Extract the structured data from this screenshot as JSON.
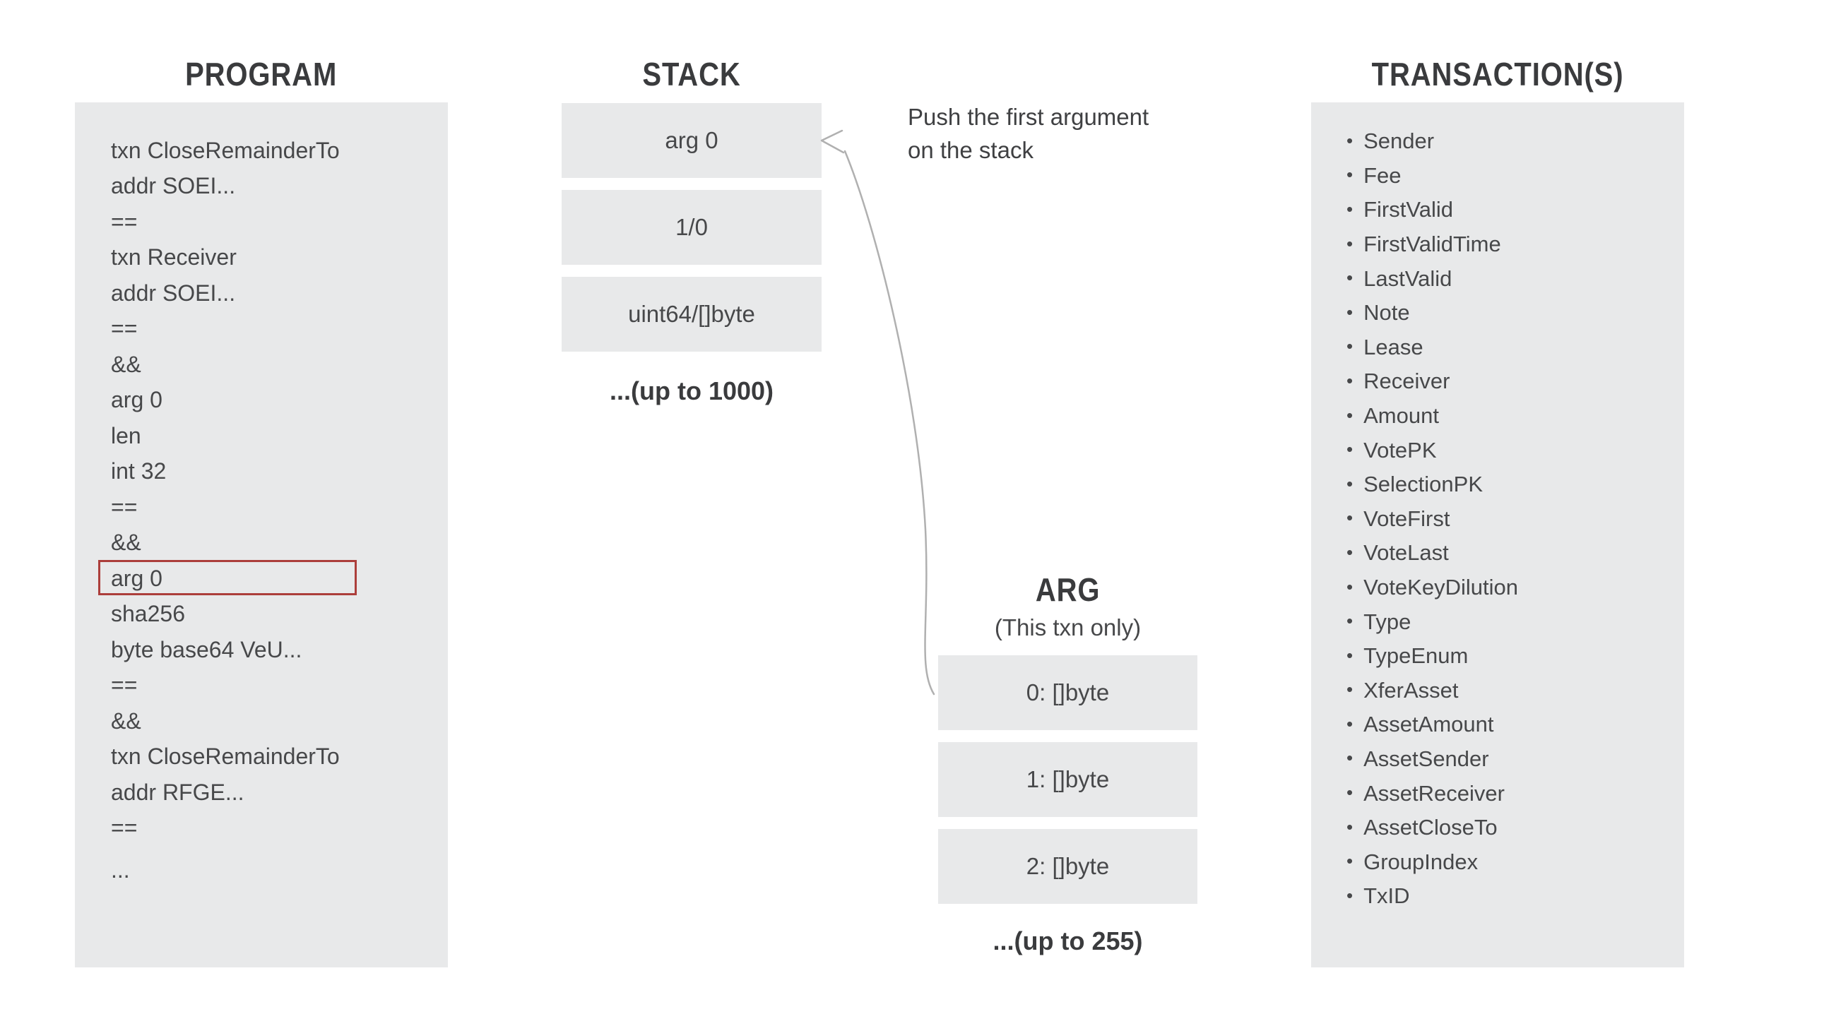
{
  "program": {
    "title": "PROGRAM",
    "lines": [
      "txn CloseRemainderTo",
      "addr SOEI...",
      "==",
      "txn Receiver",
      "addr SOEI...",
      "==",
      "&&",
      "arg 0",
      "len",
      "int 32",
      "==",
      "&&",
      "arg 0",
      "sha256",
      "byte base64 VeU...",
      "==",
      "&&",
      "txn CloseRemainderTo",
      "addr RFGE...",
      "==",
      "..."
    ],
    "highlighted_line_index": 12,
    "highlighted_line_text": "arg 0"
  },
  "stack": {
    "title": "STACK",
    "boxes": [
      "arg 0",
      "1/0",
      "uint64/[]byte"
    ],
    "caption": "...(up to 1000)"
  },
  "annotation": {
    "line1": "Push the first argument",
    "line2": "on the stack"
  },
  "arg": {
    "title": "ARG",
    "subtitle": "(This txn only)",
    "boxes": [
      "0: []byte",
      "1: []byte",
      "2: []byte"
    ],
    "caption": "...(up to 255)"
  },
  "transactions": {
    "title": "TRANSACTION(S)",
    "bullet": "•",
    "items": [
      "Sender",
      "Fee",
      "FirstValid",
      "FirstValidTime",
      "LastValid",
      "Note",
      "Lease",
      "Receiver",
      "Amount",
      "VotePK",
      "SelectionPK",
      "VoteFirst",
      "VoteLast",
      "VoteKeyDilution",
      "Type",
      "TypeEnum",
      "XferAsset",
      "AssetAmount",
      "AssetSender",
      "AssetReceiver",
      "AssetCloseTo",
      "GroupIndex",
      "TxID"
    ]
  },
  "icons": {
    "arrow": "curved-push-arrow-icon"
  },
  "colors": {
    "panel_gray": "#e8e9ea",
    "body_text": "#47484a",
    "title_text": "#3a3b3d",
    "highlight_border": "#ac3e3b",
    "arrow_gray": "#b0b0b0",
    "background": "#ffffff"
  }
}
